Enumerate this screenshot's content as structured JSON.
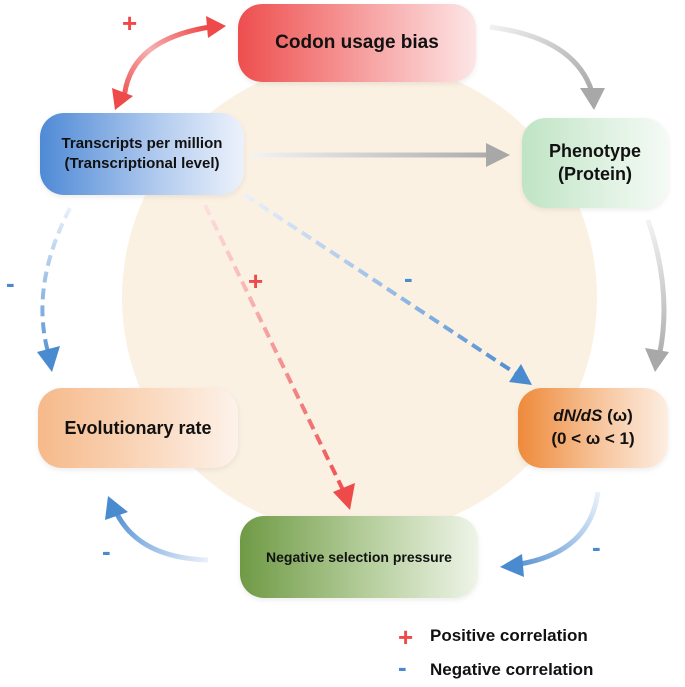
{
  "nodes": {
    "codon_usage_bias": "Codon usage bias",
    "transcripts": {
      "line1": "Transcripts per million",
      "line2": "(Transcriptional level)"
    },
    "phenotype": {
      "line1": "Phenotype",
      "line2": "(Protein)"
    },
    "evolutionary_rate": "Evolutionary rate",
    "dnds": {
      "dn": "dN",
      "slash": "/",
      "ds": "dS",
      "omega": " (ω)",
      "range": "(0 < ω < 1)"
    },
    "negative_selection": "Negative selection pressure"
  },
  "signs": {
    "codon_tpm": "+",
    "tpm_evol": "-",
    "tpm_negsel": "+",
    "tpm_dnds": "-",
    "negsel_evol": "-",
    "dnds_negsel": "-"
  },
  "legend": {
    "positive": {
      "symbol": "+",
      "label": "Positive correlation"
    },
    "negative": {
      "symbol": "-",
      "label": "Negative correlation"
    }
  },
  "colors": {
    "positive": "#ee4a4a",
    "negative": "#4a8bd0",
    "neutral": "#a8a8a8",
    "background_circle": "#fbf1e3"
  }
}
